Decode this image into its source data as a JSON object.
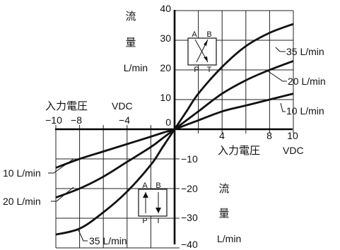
{
  "chart_data": {
    "type": "line",
    "x_axis": {
      "title": "入力電圧",
      "unit": "VDC",
      "range": [
        -10,
        10
      ]
    },
    "y_axis": {
      "title_chars": [
        "流",
        "量"
      ],
      "unit": "L/min",
      "range": [
        -40,
        40
      ]
    },
    "x_ticks_pos": [
      "4",
      "8",
      "10"
    ],
    "x_ticks_neg": [
      "−10",
      "−8",
      "−4"
    ],
    "y_ticks_pos": [
      "40",
      "30",
      "20",
      "10",
      "0"
    ],
    "y_ticks_neg": [
      "−10",
      "−20",
      "−30",
      "−40"
    ],
    "series": [
      {
        "name": "35 L/min",
        "x": [
          -10,
          -8,
          -6,
          -4,
          -2,
          -1,
          0,
          1,
          2,
          4,
          6,
          8,
          10
        ],
        "y": [
          -35.5,
          -33.5,
          -28,
          -21,
          -12,
          -6,
          0,
          6,
          12,
          21,
          28,
          32.5,
          35.5
        ]
      },
      {
        "name": "20 L/min",
        "x": [
          -10,
          -8,
          -6,
          -4,
          -2,
          -1,
          0,
          1,
          2,
          4,
          6,
          8,
          10
        ],
        "y": [
          -23,
          -20,
          -16,
          -11,
          -6,
          -3,
          0,
          3,
          6,
          12,
          16.5,
          20,
          23
        ]
      },
      {
        "name": "10 L/min",
        "x": [
          -10,
          -8,
          -6,
          -4,
          -2,
          -1,
          0,
          1,
          2,
          4,
          6,
          8,
          10
        ],
        "y": [
          -13,
          -10,
          -7.5,
          -5,
          -2.5,
          -1.2,
          0,
          1.5,
          3,
          6,
          8,
          10,
          12
        ]
      }
    ],
    "symbol_labels": {
      "top": [
        "A",
        "B"
      ],
      "bottom": [
        "P",
        "T"
      ]
    },
    "grid": true
  }
}
